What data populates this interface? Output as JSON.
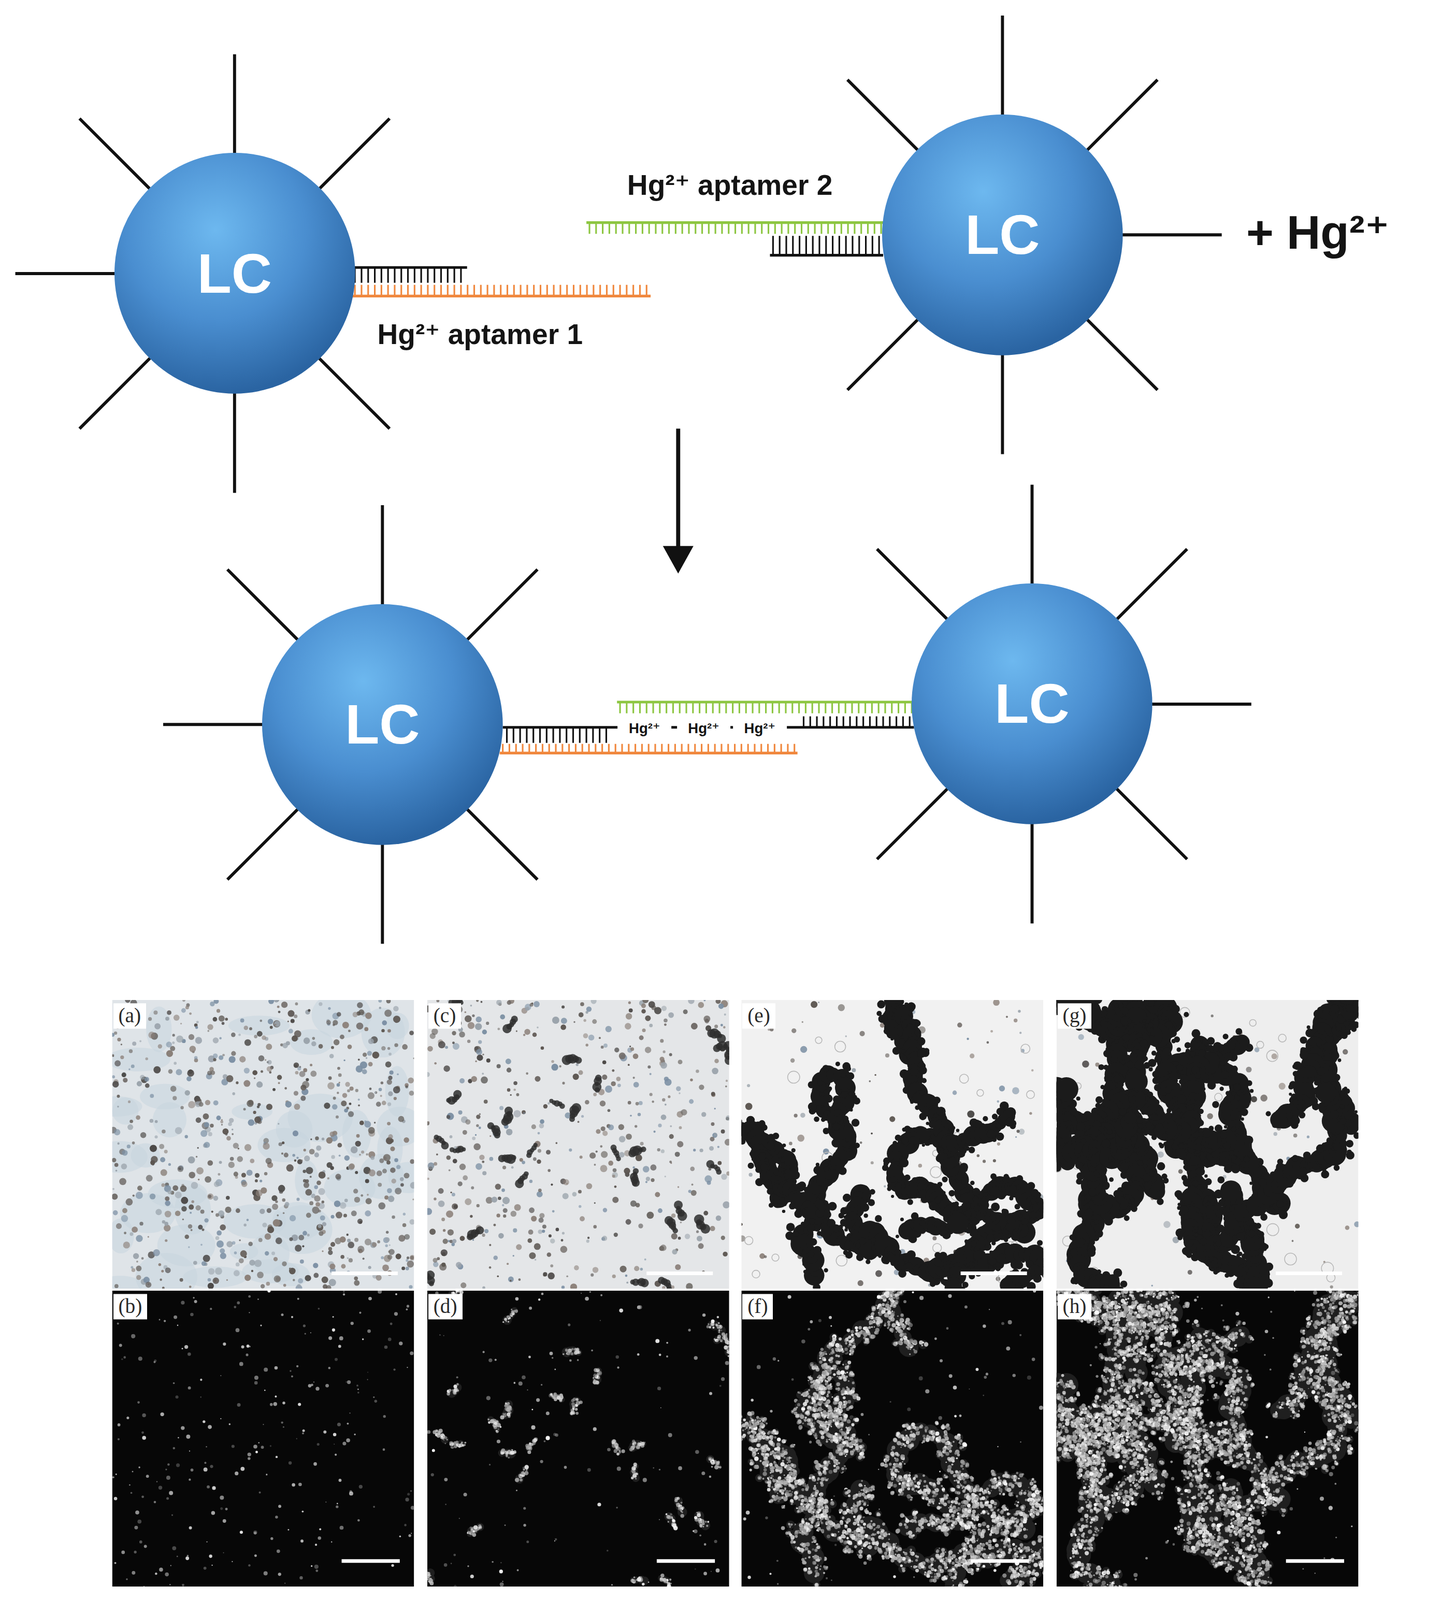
{
  "diagram": {
    "nodes": [
      {
        "text": [
          "LC"
        ]
      },
      {
        "text": [
          "LC"
        ]
      },
      {
        "text": [
          "LC"
        ]
      },
      {
        "text": [
          "LC"
        ]
      }
    ],
    "edges": [
      {
        "from": 2,
        "to": 3,
        "arrow": "none"
      }
    ],
    "labels": [
      "Hg²⁺ aptamer 2",
      "+ Hg²⁺",
      "Hg²⁺ aptamer 1",
      "Hg²⁺",
      "Hg²⁺",
      "Hg²⁺",
      "(a)",
      "(c)",
      "(e)",
      "(g)",
      "(b)",
      "(d)",
      "(f)",
      "(h)"
    ]
  }
}
